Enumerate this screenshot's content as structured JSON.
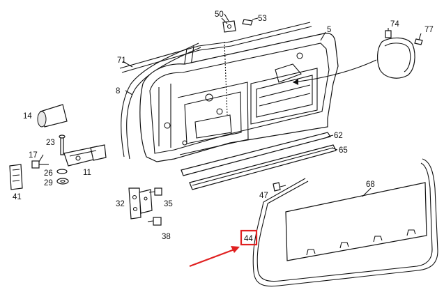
{
  "diagram": {
    "callouts": [
      {
        "id": "50",
        "label": "50"
      },
      {
        "id": "53",
        "label": "53"
      },
      {
        "id": "5",
        "label": "5"
      },
      {
        "id": "74",
        "label": "74"
      },
      {
        "id": "77",
        "label": "77"
      },
      {
        "id": "71",
        "label": "71"
      },
      {
        "id": "8",
        "label": "8"
      },
      {
        "id": "14",
        "label": "14"
      },
      {
        "id": "23",
        "label": "23"
      },
      {
        "id": "17",
        "label": "17"
      },
      {
        "id": "26",
        "label": "26"
      },
      {
        "id": "29",
        "label": "29"
      },
      {
        "id": "11",
        "label": "11"
      },
      {
        "id": "41",
        "label": "41"
      },
      {
        "id": "62",
        "label": "62"
      },
      {
        "id": "65",
        "label": "65"
      },
      {
        "id": "68",
        "label": "68"
      },
      {
        "id": "47",
        "label": "47"
      },
      {
        "id": "32",
        "label": "32"
      },
      {
        "id": "35",
        "label": "35"
      },
      {
        "id": "38",
        "label": "38"
      },
      {
        "id": "44",
        "label": "44"
      }
    ],
    "highlight": {
      "label": "44",
      "color": "#e02020"
    },
    "arrow_color": "#e02020",
    "line_color": "#111111"
  }
}
